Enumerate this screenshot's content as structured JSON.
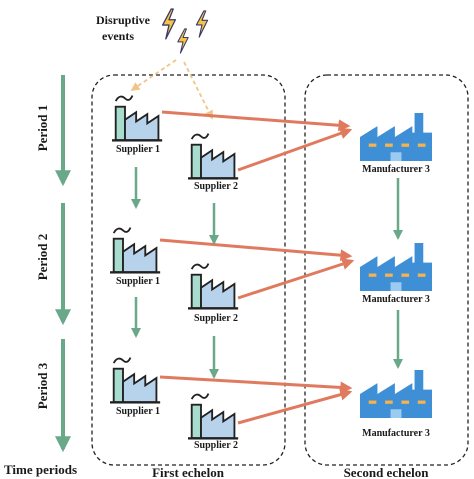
{
  "disruption": {
    "label_line1": "Disruptive",
    "label_line2": "events"
  },
  "periods": [
    {
      "label": "Period 1"
    },
    {
      "label": "Period 2"
    },
    {
      "label": "Period 3"
    }
  ],
  "time_axis_label": "Time periods",
  "echelons": {
    "first": "First echelon",
    "second": "Second echelon"
  },
  "nodes": {
    "supplier1": "Supplier 1",
    "supplier2": "Supplier 2",
    "manufacturer3": "Manufacturer 3"
  },
  "colors": {
    "flow_arrow": "#e07a5f",
    "time_arrow": "#6aa88a",
    "disruption_arrow": "#f2c48a",
    "lightning": "#f5c542",
    "supplier_fill": "#b7d3ec",
    "supplier_chimney": "#a7dccf",
    "manufacturer_fill": "#3f8fd6",
    "manufacturer_window": "#f6b34c"
  },
  "icons": {
    "disruption": "lightning-icon",
    "supplier": "factory-icon",
    "manufacturer": "factory-icon"
  }
}
